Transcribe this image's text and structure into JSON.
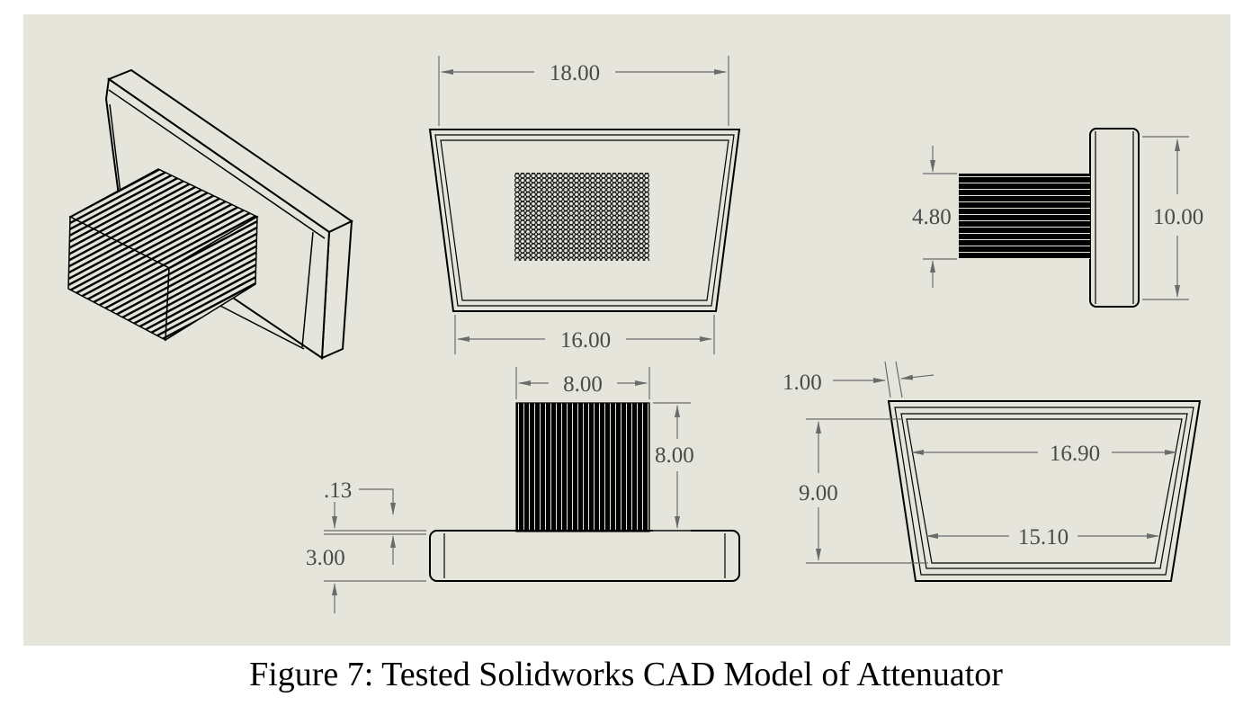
{
  "caption": "Figure 7: Tested Solidworks CAD Model of Attenuator",
  "views": {
    "front": {
      "dim_top_width": "18.00",
      "dim_bottom_width": "16.00"
    },
    "side": {
      "dim_insert_height": "4.80",
      "dim_frame_height": "10.00"
    },
    "bottom": {
      "dim_insert_width": "8.00",
      "dim_insert_depth": "8.00",
      "dim_lip": ".13",
      "dim_frame_depth": "3.00"
    },
    "back": {
      "dim_wall": "1.00",
      "dim_height": "9.00",
      "dim_inner_top": "16.90",
      "dim_inner_bottom": "15.10"
    }
  },
  "colors": {
    "sheet_background": "#e6e5dc",
    "model_lines": "#000000",
    "dimension_lines": "#6b6b6b"
  }
}
